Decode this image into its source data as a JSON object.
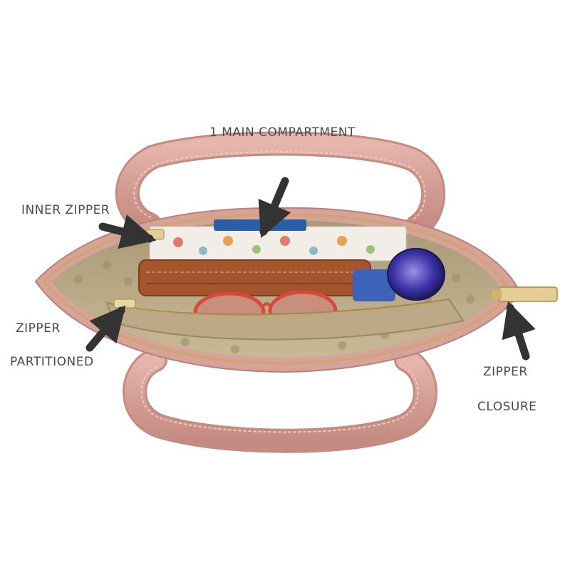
{
  "labels": {
    "main_compartment": "1 MAIN COMPARTMENT",
    "inner_zipper": "INNER ZIPPER",
    "zipper_left": "ZIPPER",
    "partitioned": "PARTITIONED",
    "zipper_right": "ZIPPER",
    "closure": "CLOSURE"
  },
  "colors": {
    "bag_pink": "#d9a39b",
    "lining": "#bfae8a",
    "zipper_gold": "#caa65a",
    "wallet_brown": "#a5552e",
    "arrow": "#333333"
  }
}
